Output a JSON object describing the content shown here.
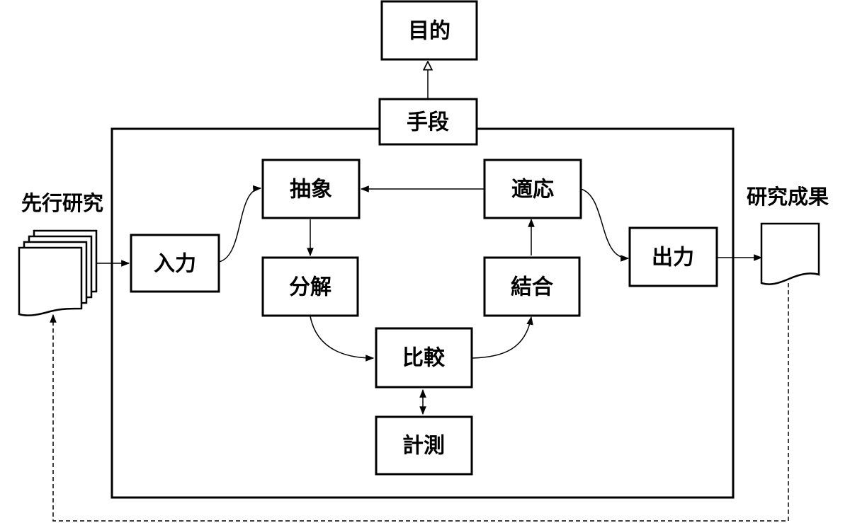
{
  "nodes": {
    "purpose": "目的",
    "means": "手段",
    "abstraction": "抽象",
    "adaptation": "適応",
    "input": "入力",
    "output": "出力",
    "decomposition": "分解",
    "combination": "結合",
    "comparison": "比較",
    "measurement": "計測"
  },
  "side_labels": {
    "prior_research": "先行研究",
    "research_results": "研究成果"
  }
}
